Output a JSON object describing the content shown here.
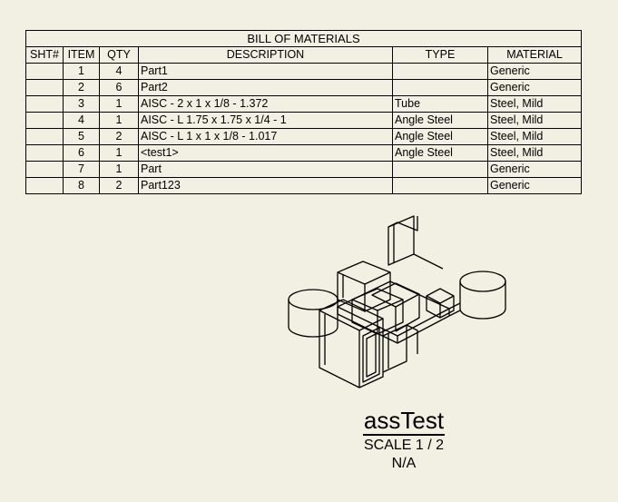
{
  "bom": {
    "title": "BILL OF MATERIALS",
    "headers": [
      "SHT#",
      "ITEM",
      "QTY",
      "DESCRIPTION",
      "TYPE",
      "MATERIAL"
    ],
    "rows": [
      {
        "sht": "",
        "item": "1",
        "qty": "4",
        "description": "Part1",
        "type": "",
        "material": "Generic"
      },
      {
        "sht": "",
        "item": "2",
        "qty": "6",
        "description": "Part2",
        "type": "",
        "material": "Generic"
      },
      {
        "sht": "",
        "item": "3",
        "qty": "1",
        "description": "AISC - 2 x 1 x 1/8 - 1.372",
        "type": "Tube",
        "material": "Steel, Mild"
      },
      {
        "sht": "",
        "item": "4",
        "qty": "1",
        "description": "AISC - L 1.75 x 1.75 x 1/4 - 1",
        "type": "Angle Steel",
        "material": "Steel, Mild"
      },
      {
        "sht": "",
        "item": "5",
        "qty": "2",
        "description": "AISC - L 1 x 1 x 1/8 - 1.017",
        "type": "Angle Steel",
        "material": "Steel, Mild"
      },
      {
        "sht": "",
        "item": "6",
        "qty": "1",
        "description": "<test1>",
        "type": "Angle Steel",
        "material": "Steel, Mild"
      },
      {
        "sht": "",
        "item": "7",
        "qty": "1",
        "description": "Part",
        "type": "",
        "material": "Generic"
      },
      {
        "sht": "",
        "item": "8",
        "qty": "2",
        "description": "Part123",
        "type": "",
        "material": "Generic"
      }
    ]
  },
  "view": {
    "name": "assTest",
    "scale": "SCALE 1 / 2",
    "status": "N/A"
  }
}
